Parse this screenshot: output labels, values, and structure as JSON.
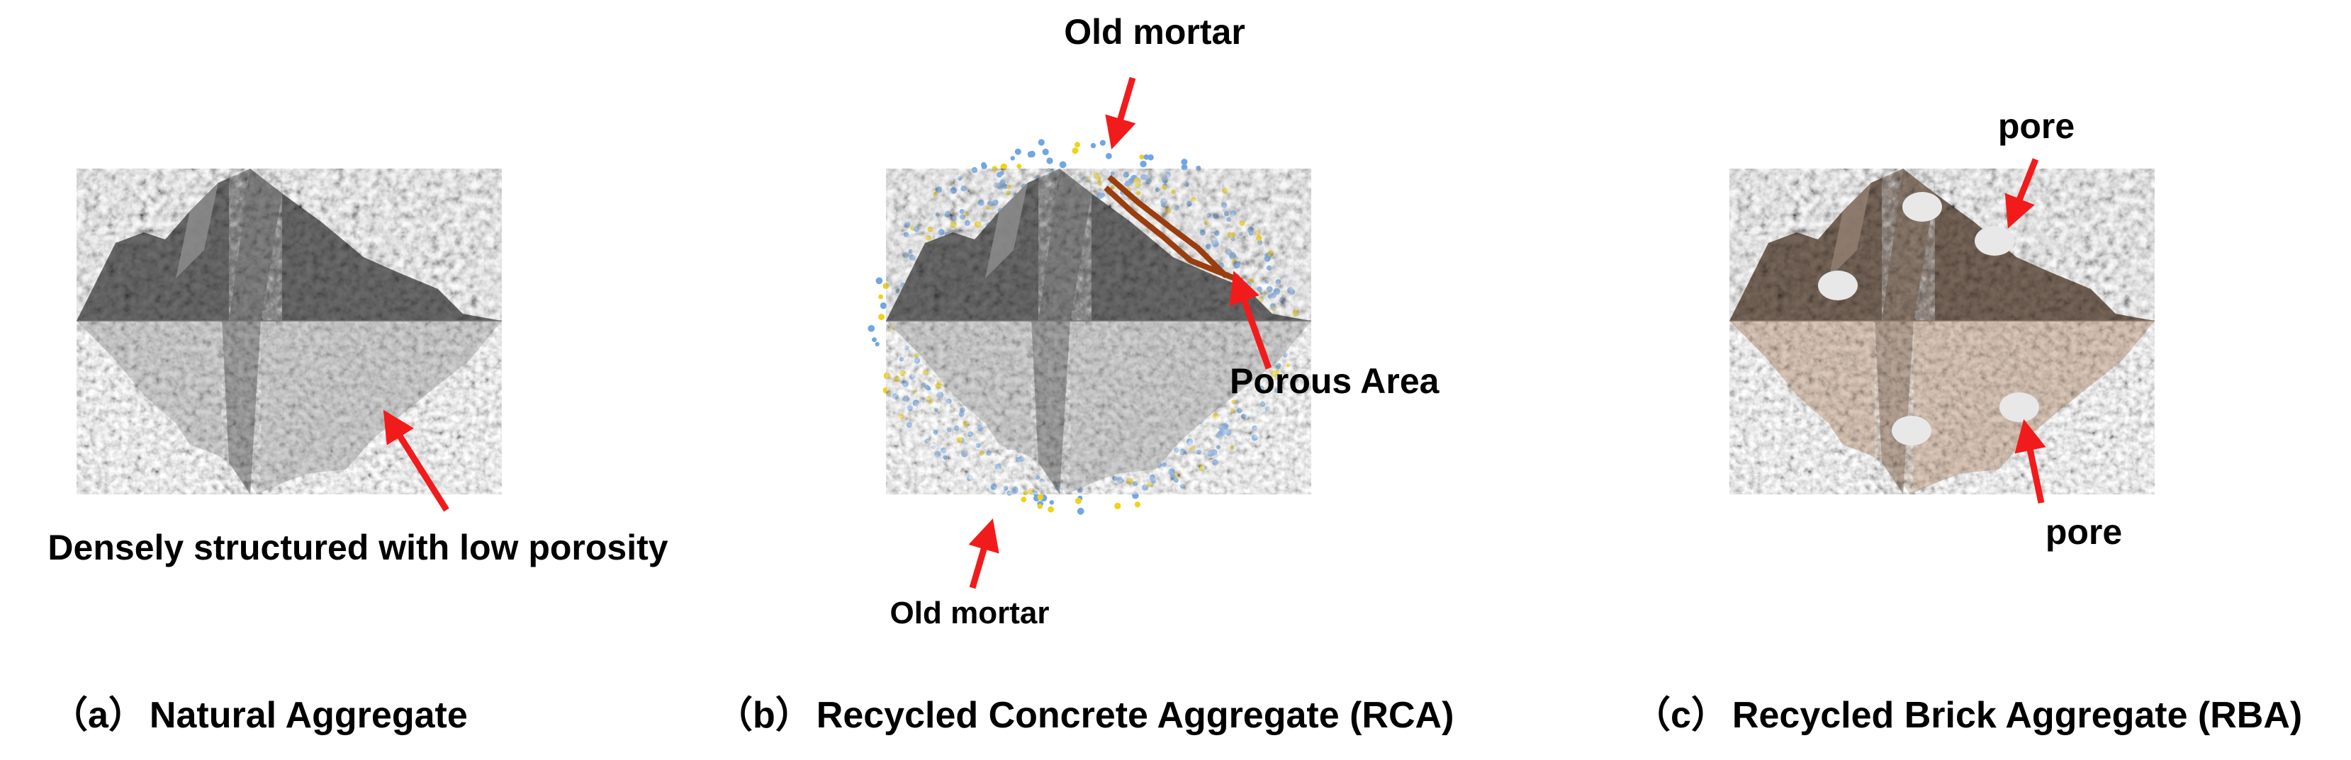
{
  "panels": {
    "a": {
      "caption_letter": "（a）",
      "caption_text": "Natural Aggregate",
      "annotation": "Densely structured with low porosity"
    },
    "b": {
      "caption_letter": "（b）",
      "caption_text": "Recycled Concrete Aggregate (RCA)",
      "annotation_top": "Old mortar",
      "annotation_bottom": "Old mortar",
      "annotation_right": "Porous Area"
    },
    "c": {
      "caption_letter": "（c）",
      "caption_text": "Recycled Brick Aggregate (RBA)",
      "annotation_top": "pore",
      "annotation_bottom": "pore"
    }
  },
  "colors": {
    "arrow": "#f21b1b",
    "crack": "#9a3d0f",
    "mortar_blue": "#6fa6e6",
    "mortar_yellow": "#f1d21a",
    "pore": "#e8e8e8",
    "stone_dark": "#5a5a5a",
    "stone_light": "#d6d6d6",
    "brick_dark": "#6b5c52",
    "brick_light": "#d8c6b8"
  }
}
